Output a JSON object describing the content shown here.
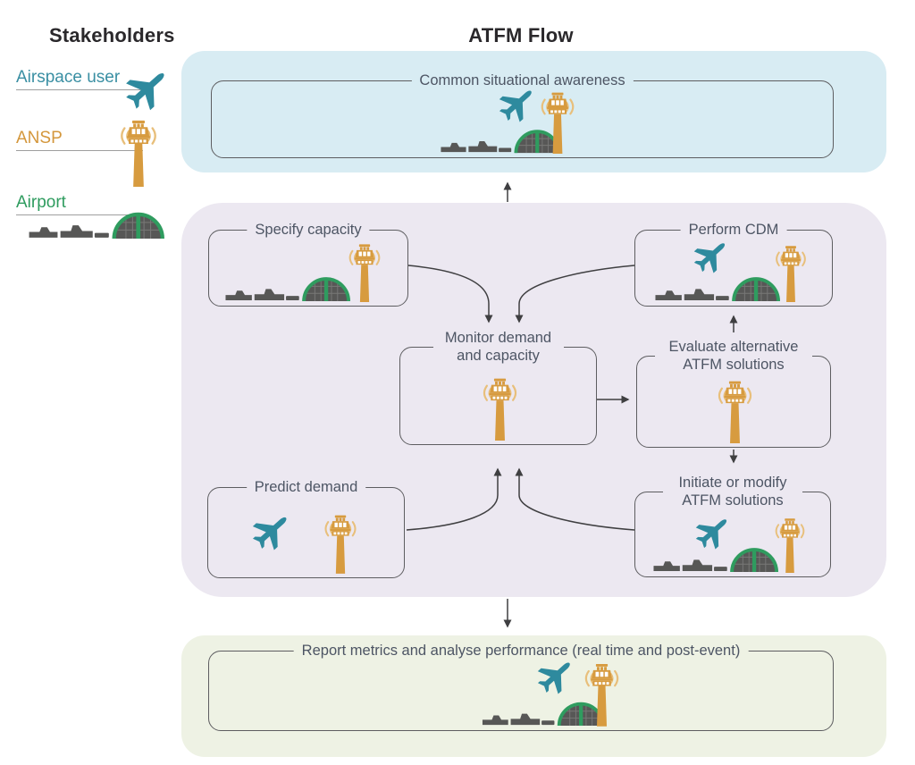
{
  "headers": {
    "left": "Stakeholders",
    "right": "ATFM Flow"
  },
  "legend": {
    "items": [
      {
        "label": "Airspace user",
        "icon": "airplane-icon",
        "color": "#3a8fa3"
      },
      {
        "label": "ANSP",
        "icon": "tower-icon",
        "color": "#d4973c"
      },
      {
        "label": "Airport",
        "icon": "airport-icon",
        "color": "#2f9c5f"
      }
    ]
  },
  "boxes": {
    "common": {
      "label": "Common situational awareness",
      "icons": [
        "airplane",
        "airport",
        "tower"
      ],
      "panel": "blue"
    },
    "specify": {
      "label": "Specify capacity",
      "icons": [
        "airport",
        "tower"
      ],
      "panel": "purple"
    },
    "perform": {
      "label": "Perform CDM",
      "icons": [
        "airplane",
        "airport",
        "tower"
      ],
      "panel": "purple"
    },
    "monitor": {
      "label": "Monitor demand and capacity",
      "icons": [
        "tower"
      ],
      "panel": "purple"
    },
    "evaluate": {
      "label": "Evaluate alternative ATFM solutions",
      "icons": [
        "tower"
      ],
      "panel": "purple"
    },
    "predict": {
      "label": "Predict demand",
      "icons": [
        "airplane",
        "tower"
      ],
      "panel": "purple"
    },
    "initiate": {
      "label": "Initiate or modify ATFM solutions",
      "icons": [
        "airplane",
        "airport",
        "tower"
      ],
      "panel": "purple"
    },
    "report": {
      "label": "Report metrics and analyse performance (real time and post-event)",
      "icons": [
        "airplane",
        "airport",
        "tower"
      ],
      "panel": "green"
    }
  },
  "edges": [
    {
      "from": "core-panel",
      "to": "common"
    },
    {
      "from": "specify",
      "to": "monitor"
    },
    {
      "from": "perform",
      "to": "monitor"
    },
    {
      "from": "predict",
      "to": "monitor"
    },
    {
      "from": "initiate",
      "to": "monitor"
    },
    {
      "from": "monitor",
      "to": "evaluate"
    },
    {
      "from": "evaluate",
      "to": "perform"
    },
    {
      "from": "evaluate",
      "to": "initiate"
    },
    {
      "from": "core-panel",
      "to": "report"
    }
  ],
  "colors": {
    "panel_blue": "#d8ecf3",
    "panel_purple": "#ece8f1",
    "panel_green": "#eef2e4",
    "teal_plane": "#2e8a9e",
    "orange_tower": "#d79b3f",
    "green_airport": "#2f9c5f",
    "node_border": "#5d5d60",
    "node_text": "#4d5564",
    "arrow": "#3f3f41"
  }
}
